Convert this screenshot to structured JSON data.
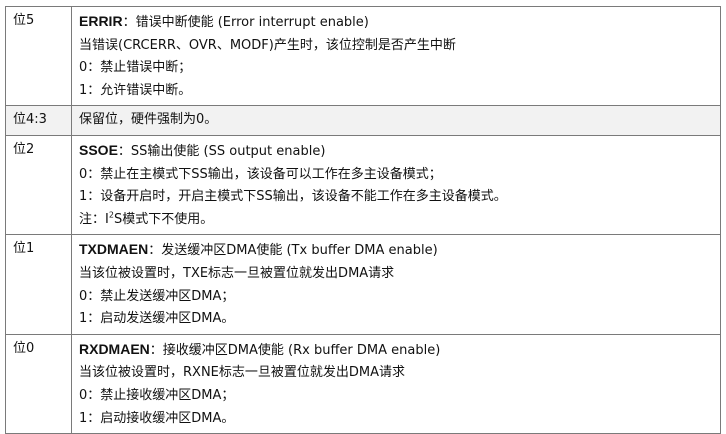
{
  "rows": [
    {
      "bit": "位5",
      "name": "ERRIR",
      "title_rest": "：错误中断使能 (Error interrupt enable)",
      "lines": [
        "当错误(CRCERR、OVR、MODF)产生时，该位控制是否产生中断",
        "0：禁止错误中断；",
        "1：允许错误中断。"
      ]
    },
    {
      "bit": "位4:3",
      "text": "保留位，硬件强制为0。"
    },
    {
      "bit": "位2",
      "name": "SSOE",
      "title_rest": "：SS输出使能 (SS output enable)",
      "lines": [
        "0：禁止在主模式下SS输出，该设备可以工作在多主设备模式；",
        "1：设备开启时，开启主模式下SS输出，该设备不能工作在多主设备模式。"
      ],
      "note_prefix": "注：I",
      "note_sup": "2",
      "note_suffix": "S模式下不使用。"
    },
    {
      "bit": "位1",
      "name": "TXDMAEN",
      "title_rest": "：发送缓冲区DMA使能 (Tx buffer DMA enable)",
      "lines": [
        "当该位被设置时，TXE标志一旦被置位就发出DMA请求",
        "0：禁止发送缓冲区DMA；",
        "1：启动发送缓冲区DMA。"
      ]
    },
    {
      "bit": "位0",
      "name": "RXDMAEN",
      "title_rest": "：接收缓冲区DMA使能 (Rx buffer DMA enable)",
      "lines": [
        "当该位被设置时，RXNE标志一旦被置位就发出DMA请求",
        "0：禁止接收缓冲区DMA；",
        "1：启动接收缓冲区DMA。"
      ]
    }
  ]
}
